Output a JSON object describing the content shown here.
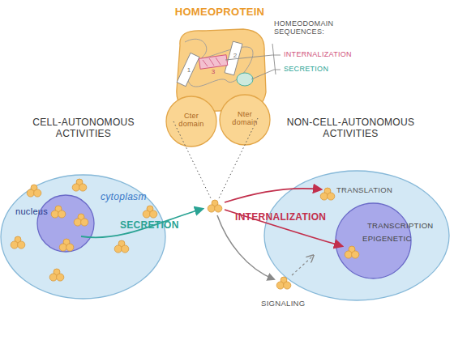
{
  "diagram": {
    "nodes": [
      {
        "text": [
          "HOMEOPROTEIN"
        ]
      },
      {
        "text": [
          "Cter domain"
        ],
        "in": 0
      },
      {
        "text": [
          "Nter domain"
        ],
        "in": 0
      },
      {
        "text": [
          "CELL-AUTONOMOUS ACTIVITIES",
          "cytoplasm"
        ]
      },
      {
        "text": [
          "nucleus"
        ],
        "in": 3
      },
      {
        "text": [
          "NON-CELL-AUTONOMOUS ACTIVITIES",
          "TRANSLATION"
        ]
      },
      {
        "text": [
          "TRANSCRIPTION",
          "EPIGENETIC"
        ],
        "in": 5
      }
    ],
    "labels": [
      "HOMEODOMAIN SEQUENCES:",
      "INTERNALIZATION",
      "SECRETION",
      "1",
      "2",
      "3",
      "SECRETION",
      "INTERNALIZATION",
      "SIGNALING"
    ]
  }
}
